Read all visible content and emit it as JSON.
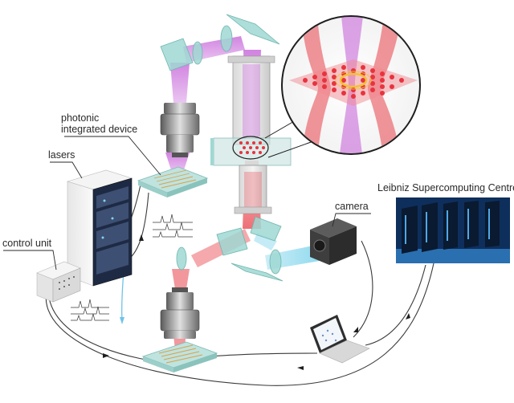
{
  "labels": {
    "photonic_integrated_device": [
      "photonic",
      "integrated device"
    ],
    "lasers": "lasers",
    "control_unit": "control unit",
    "camera": "camera",
    "supercomputer": "Leibniz Supercomputing Centre"
  },
  "icons": [
    "objective-lens-icon",
    "camera-icon",
    "laptop-icon",
    "server-rack-icon",
    "chip-icon",
    "laser-rack-icon",
    "control-box-icon",
    "vacuum-chamber-icon",
    "optical-lattice-icon"
  ],
  "colors": {
    "beam_red": "#e8414a",
    "beam_violet": "#c25bd6",
    "beam_cyan": "#7fd4ec",
    "glass": "#9fd8d2",
    "lattice": "#e8333e",
    "ring": "#f2c32e",
    "cable": "#3a3a3a",
    "fiber": "#6fc3e8"
  }
}
